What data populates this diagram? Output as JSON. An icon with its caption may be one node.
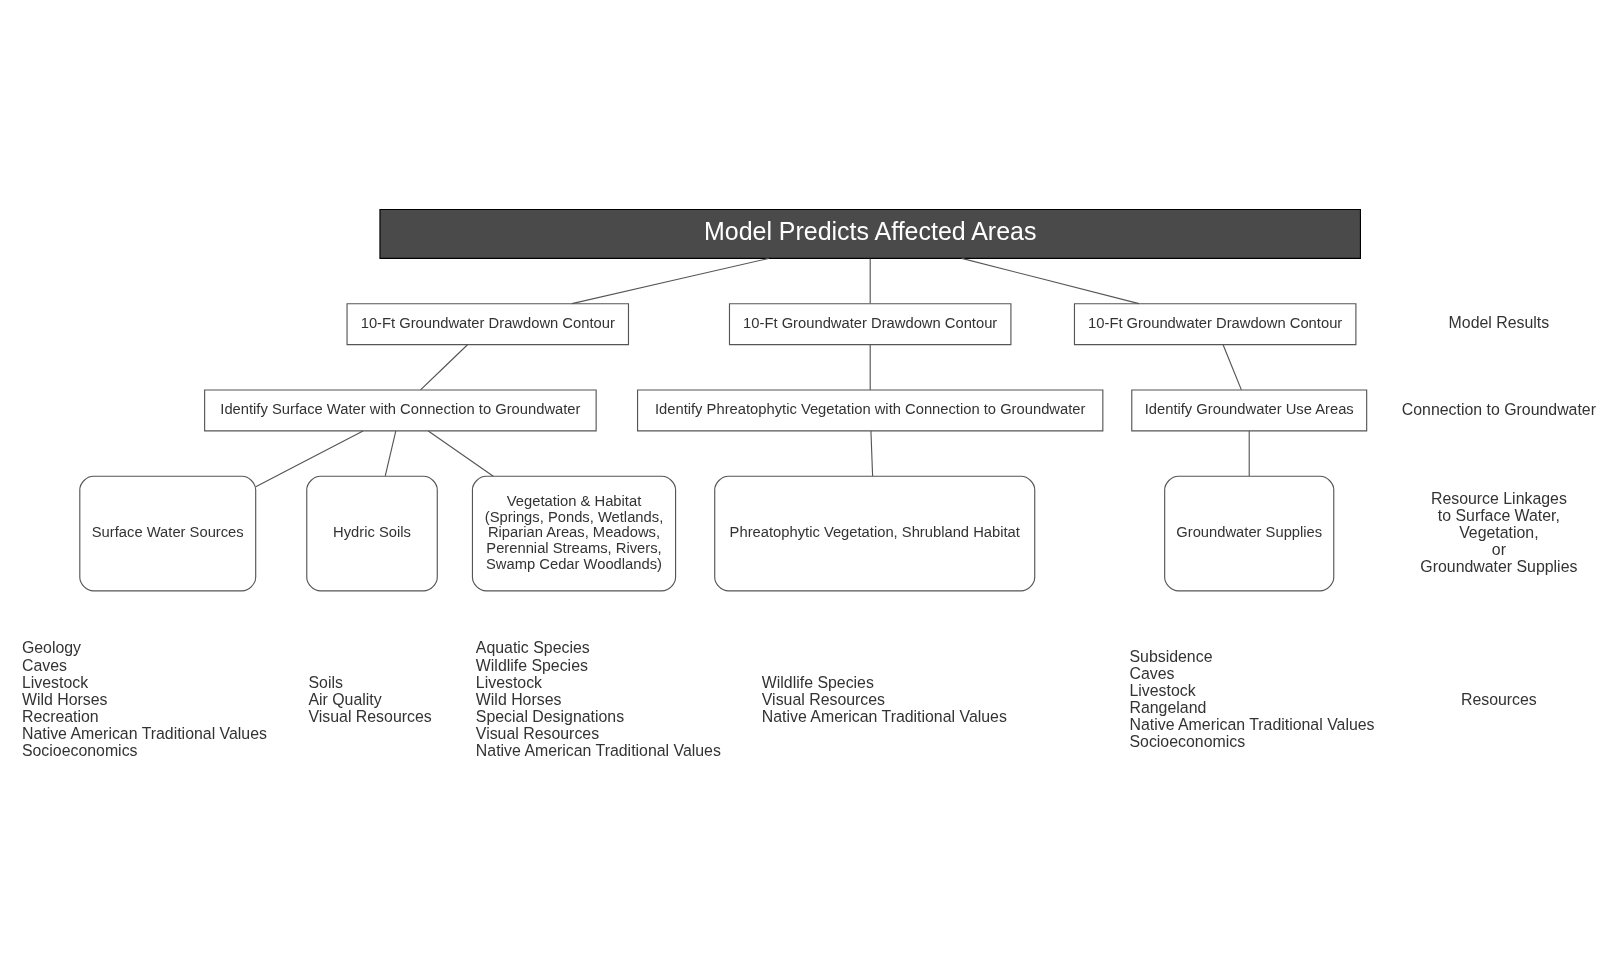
{
  "diagram": {
    "nodes": [
      {
        "text": [
          "Model Predicts Affected Areas"
        ]
      },
      {
        "text": [
          "10-Ft Groundwater Drawdown Contour"
        ]
      },
      {
        "text": [
          "10-Ft Groundwater Drawdown Contour"
        ]
      },
      {
        "text": [
          "10-Ft Groundwater Drawdown Contour"
        ]
      },
      {
        "text": [
          "Identify Surface Water with Connection to Groundwater"
        ]
      },
      {
        "text": [
          "Identify Phreatophytic Vegetation with Connection to Groundwater"
        ]
      },
      {
        "text": [
          "Identify Groundwater Use Areas"
        ]
      },
      {
        "text": [
          "Surface Water Sources"
        ],
        "beside": [
          "Geology",
          "Caves",
          "Livestock",
          "Wild Horses",
          "Recreation",
          "Native American Traditional Values",
          "Socioeconomics"
        ]
      },
      {
        "text": [
          "Hydric Soils"
        ],
        "beside": [
          "Soils",
          "Air Quality",
          "Visual Resources"
        ]
      },
      {
        "text": [
          "Vegetation & Habitat (Springs, Ponds, Wetlands, Riparian Areas, Meadows, Perennial Streams, Rivers, Swamp Cedar Woodlands)"
        ],
        "beside": [
          "Aquatic Species",
          "Wildlife Species",
          "Livestock",
          "Wild Horses",
          "Special Designations",
          "Visual Resources",
          "Native American Traditional Values"
        ]
      },
      {
        "text": [
          "Phreatophytic Vegetation, Shrubland Habitat"
        ],
        "beside": [
          "Wildlife Species",
          "Visual Resources",
          "Native American Traditional Values"
        ]
      },
      {
        "text": [
          "Groundwater Supplies"
        ],
        "beside": [
          "Subsidence",
          "Caves",
          "Livestock",
          "Rangeland",
          "Native American Traditional Values",
          "Socioeconomics"
        ]
      }
    ],
    "edges": [
      {
        "from": 0,
        "to": 1,
        "arrow": "none"
      },
      {
        "from": 0,
        "to": 2,
        "arrow": "none"
      },
      {
        "from": 0,
        "to": 3,
        "arrow": "none"
      },
      {
        "from": 1,
        "to": 4,
        "arrow": "none"
      },
      {
        "from": 2,
        "to": 5,
        "arrow": "none"
      },
      {
        "from": 3,
        "to": 6,
        "arrow": "none"
      },
      {
        "from": 4,
        "to": 7,
        "arrow": "none"
      },
      {
        "from": 4,
        "to": 8,
        "arrow": "none"
      },
      {
        "from": 4,
        "to": 9,
        "arrow": "none"
      },
      {
        "from": 5,
        "to": 10,
        "arrow": "none"
      },
      {
        "from": 6,
        "to": 11,
        "arrow": "none"
      }
    ],
    "labels": [
      "Model Results",
      "Connection to Groundwater",
      "Resource Linkages to Surface Water, Vegetation, or Groundwater Supplies",
      "Resources"
    ]
  }
}
